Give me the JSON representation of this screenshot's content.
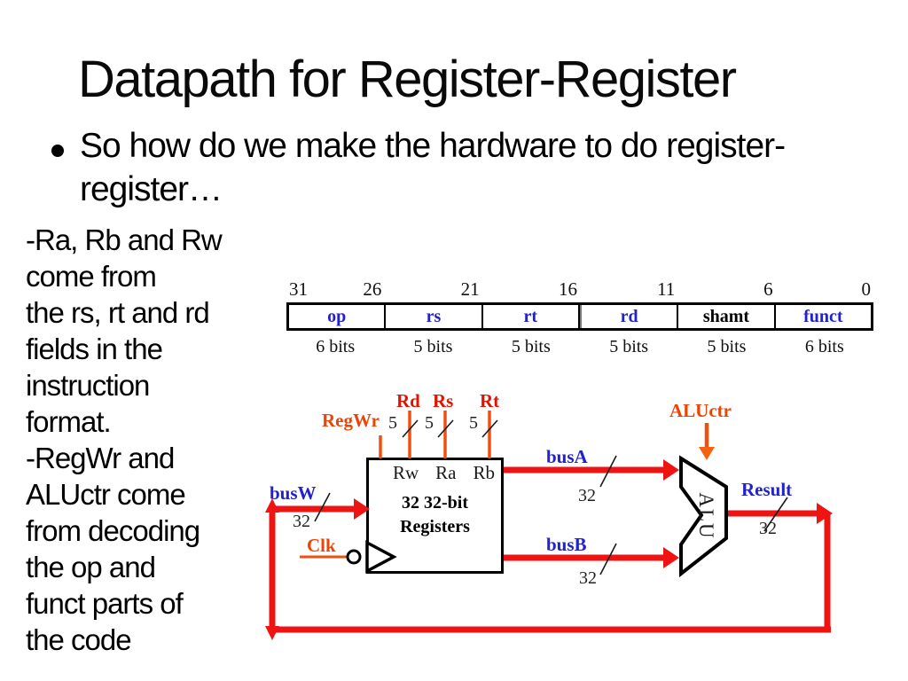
{
  "slide": {
    "title": "Datapath for Register-Register",
    "bullet_text": "So how do we make the hardware to do register-\nregister…",
    "side_note": "-Ra, Rb and Rw\ncome from\nthe rs, rt and rd\nfields in the\ninstruction\nformat.\n-RegWr and\nALUctr come\nfrom decoding\nthe op and\nfunct parts of\nthe code"
  },
  "instruction_format": {
    "bit_positions": [
      "31",
      "26",
      "21",
      "16",
      "11",
      "6",
      "0"
    ],
    "fields": [
      {
        "name": "op",
        "width": "6 bits"
      },
      {
        "name": "rs",
        "width": "5 bits"
      },
      {
        "name": "rt",
        "width": "5 bits"
      },
      {
        "name": "rd",
        "width": "5 bits"
      },
      {
        "name": "shamt",
        "width": "5 bits"
      },
      {
        "name": "funct",
        "width": "6 bits"
      }
    ]
  },
  "datapath": {
    "register_file": {
      "ports": [
        "Rw",
        "Ra",
        "Rb"
      ],
      "name_line1": "32 32-bit",
      "name_line2": "Registers"
    },
    "control_signals": {
      "regwr": "RegWr",
      "rd": "Rd",
      "rs": "Rs",
      "rt": "Rt",
      "clk": "Clk",
      "aluctr": "ALUctr"
    },
    "buses": {
      "busw": "busW",
      "busa": "busA",
      "busb": "busB",
      "result": "Result"
    },
    "bus_widths": {
      "control": "5",
      "data": "32"
    },
    "alu_label": "ALU"
  },
  "colors": {
    "bus_red": "#ee1414",
    "control_orange": "#f0500f",
    "signal_label_red": "#de1400",
    "control_label_orange": "#ea4507",
    "bus_label_blue": "#2222cc",
    "field_label_blue": "#2222cc"
  }
}
